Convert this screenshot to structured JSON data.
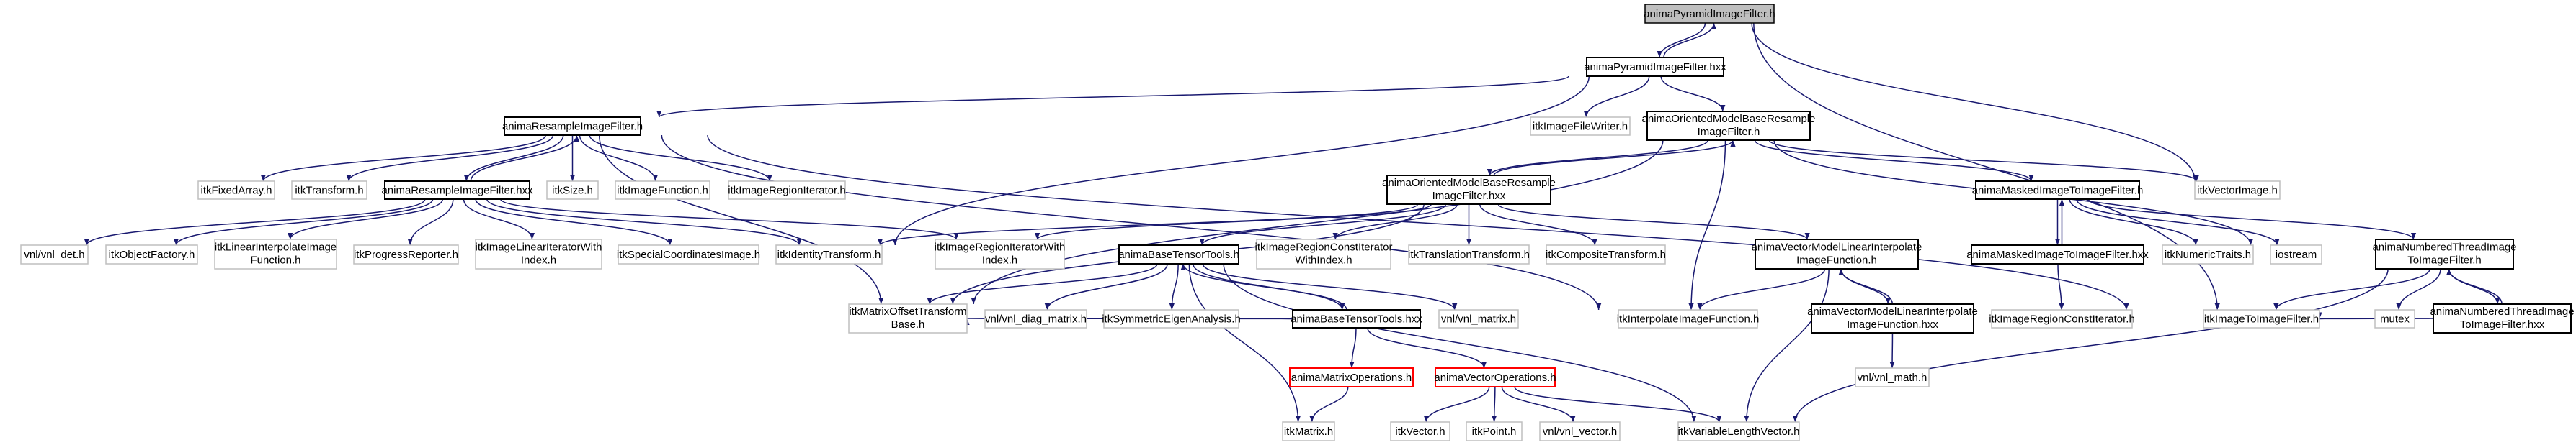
{
  "colors": {
    "edge": "#191970",
    "box_border": "#bfbfbf",
    "box_strong": "#000000",
    "root_fill": "#bfbfbf",
    "missing_border": "#ff0000"
  },
  "nodes": [
    {
      "id": "pyr_h",
      "lines": [
        "animaPyramidImageFilter.h"
      ],
      "style": "root"
    },
    {
      "id": "pyr_hxx",
      "lines": [
        "animaPyramidImageFilter.hxx"
      ],
      "style": "strong"
    },
    {
      "id": "res_h",
      "lines": [
        "animaResampleImageFilter.h"
      ],
      "style": "strong"
    },
    {
      "id": "fixedarray",
      "lines": [
        "itkFixedArray.h"
      ],
      "style": "normal"
    },
    {
      "id": "transform",
      "lines": [
        "itkTransform.h"
      ],
      "style": "normal"
    },
    {
      "id": "res_hxx",
      "lines": [
        "animaResampleImageFilter.hxx"
      ],
      "style": "strong"
    },
    {
      "id": "size",
      "lines": [
        "itkSize.h"
      ],
      "style": "normal"
    },
    {
      "id": "imgfunc",
      "lines": [
        "itkImageFunction.h"
      ],
      "style": "normal"
    },
    {
      "id": "regiter",
      "lines": [
        "itkImageRegionIterator.h"
      ],
      "style": "normal"
    },
    {
      "id": "vnldet",
      "lines": [
        "vnl/vnl_det.h"
      ],
      "style": "normal"
    },
    {
      "id": "objfactory",
      "lines": [
        "itkObjectFactory.h"
      ],
      "style": "normal"
    },
    {
      "id": "linterp",
      "lines": [
        "itkLinearInterpolateImage",
        "Function.h"
      ],
      "style": "normal"
    },
    {
      "id": "progress",
      "lines": [
        "itkProgressReporter.h"
      ],
      "style": "normal"
    },
    {
      "id": "lineariter",
      "lines": [
        "itkImageLinearIteratorWith",
        "Index.h"
      ],
      "style": "normal"
    },
    {
      "id": "specialcoord",
      "lines": [
        "itkSpecialCoordinatesImage.h"
      ],
      "style": "normal"
    },
    {
      "id": "identity",
      "lines": [
        "itkIdentityTransform.h"
      ],
      "style": "normal"
    },
    {
      "id": "regiteridx",
      "lines": [
        "itkImageRegionIteratorWith",
        "Index.h"
      ],
      "style": "normal"
    },
    {
      "id": "matoffset",
      "lines": [
        "itkMatrixOffsetTransform",
        "Base.h"
      ],
      "style": "normal"
    },
    {
      "id": "filewriter",
      "lines": [
        "itkImageFileWriter.h"
      ],
      "style": "normal"
    },
    {
      "id": "omb_h",
      "lines": [
        "animaOrientedModelBaseResample",
        "ImageFilter.h"
      ],
      "style": "strong"
    },
    {
      "id": "omb_hxx",
      "lines": [
        "animaOrientedModelBaseResample",
        "ImageFilter.hxx"
      ],
      "style": "strong"
    },
    {
      "id": "tensor_h",
      "lines": [
        "animaBaseTensorTools.h"
      ],
      "style": "strong"
    },
    {
      "id": "regconstiteridx",
      "lines": [
        "itkImageRegionConstIterator",
        "WithIndex.h"
      ],
      "style": "normal"
    },
    {
      "id": "translation",
      "lines": [
        "itkTranslationTransform.h"
      ],
      "style": "normal"
    },
    {
      "id": "composite",
      "lines": [
        "itkCompositeTransform.h"
      ],
      "style": "normal"
    },
    {
      "id": "diagmatrix",
      "lines": [
        "vnl/vnl_diag_matrix.h"
      ],
      "style": "normal"
    },
    {
      "id": "symeigen",
      "lines": [
        "itkSymmetricEigenAnalysis.h"
      ],
      "style": "normal"
    },
    {
      "id": "tensor_hxx",
      "lines": [
        "animaBaseTensorTools.hxx"
      ],
      "style": "strong"
    },
    {
      "id": "vnlmatrix",
      "lines": [
        "vnl/vnl_matrix.h"
      ],
      "style": "normal"
    },
    {
      "id": "interpfunc",
      "lines": [
        "itkInterpolateImageFunction.h"
      ],
      "style": "normal"
    },
    {
      "id": "masked_h",
      "lines": [
        "animaMaskedImageToImageFilter.h"
      ],
      "style": "strong"
    },
    {
      "id": "vectorimage",
      "lines": [
        "itkVectorImage.h"
      ],
      "style": "normal"
    },
    {
      "id": "vecmodel_h",
      "lines": [
        "animaVectorModelLinearInterpolate",
        "ImageFunction.h"
      ],
      "style": "strong"
    },
    {
      "id": "masked_hxx",
      "lines": [
        "animaMaskedImageToImageFilter.hxx"
      ],
      "style": "strong"
    },
    {
      "id": "numtraits",
      "lines": [
        "itkNumericTraits.h"
      ],
      "style": "normal"
    },
    {
      "id": "iostream",
      "lines": [
        "iostream"
      ],
      "style": "normal"
    },
    {
      "id": "numbered_h",
      "lines": [
        "animaNumberedThreadImage",
        "ToImageFilter.h"
      ],
      "style": "strong"
    },
    {
      "id": "vecmodel_hxx",
      "lines": [
        "animaVectorModelLinearInterpolate",
        "ImageFunction.hxx"
      ],
      "style": "strong"
    },
    {
      "id": "regconstiter",
      "lines": [
        "itkImageRegionConstIterator.h"
      ],
      "style": "normal"
    },
    {
      "id": "img2img",
      "lines": [
        "itkImageToImageFilter.h"
      ],
      "style": "normal"
    },
    {
      "id": "mutex",
      "lines": [
        "mutex"
      ],
      "style": "normal"
    },
    {
      "id": "numbered_hxx",
      "lines": [
        "animaNumberedThreadImage",
        "ToImageFilter.hxx"
      ],
      "style": "strong"
    },
    {
      "id": "matrixops",
      "lines": [
        "animaMatrixOperations.h"
      ],
      "style": "missing"
    },
    {
      "id": "vectorops",
      "lines": [
        "animaVectorOperations.h"
      ],
      "style": "missing"
    },
    {
      "id": "vnlmath",
      "lines": [
        "vnl/vnl_math.h"
      ],
      "style": "normal"
    },
    {
      "id": "itkmatrix",
      "lines": [
        "itkMatrix.h"
      ],
      "style": "normal"
    },
    {
      "id": "itkvector",
      "lines": [
        "itkVector.h"
      ],
      "style": "normal"
    },
    {
      "id": "itkpoint",
      "lines": [
        "itkPoint.h"
      ],
      "style": "normal"
    },
    {
      "id": "vnlvector",
      "lines": [
        "vnl/vnl_vector.h"
      ],
      "style": "normal"
    },
    {
      "id": "varlenvec",
      "lines": [
        "itkVariableLengthVector.h"
      ],
      "style": "normal"
    }
  ],
  "edges": [
    [
      "pyr_h",
      "pyr_hxx"
    ],
    [
      "pyr_hxx",
      "pyr_h"
    ],
    [
      "pyr_h",
      "vectorimage"
    ],
    [
      "pyr_h",
      "img2img"
    ],
    [
      "pyr_hxx",
      "res_h"
    ],
    [
      "pyr_hxx",
      "identity"
    ],
    [
      "pyr_hxx",
      "filewriter"
    ],
    [
      "pyr_hxx",
      "omb_h"
    ],
    [
      "res_h",
      "fixedarray"
    ],
    [
      "res_h",
      "transform"
    ],
    [
      "res_h",
      "res_hxx"
    ],
    [
      "res_h",
      "size"
    ],
    [
      "res_h",
      "imgfunc"
    ],
    [
      "res_h",
      "regiter"
    ],
    [
      "res_h",
      "matoffset"
    ],
    [
      "res_h",
      "interpfunc"
    ],
    [
      "res_h",
      "img2img"
    ],
    [
      "res_hxx",
      "res_h"
    ],
    [
      "res_hxx",
      "vnldet"
    ],
    [
      "res_hxx",
      "objfactory"
    ],
    [
      "res_hxx",
      "linterp"
    ],
    [
      "res_hxx",
      "progress"
    ],
    [
      "res_hxx",
      "lineariter"
    ],
    [
      "res_hxx",
      "specialcoord"
    ],
    [
      "res_hxx",
      "identity"
    ],
    [
      "res_hxx",
      "regiteridx"
    ],
    [
      "omb_h",
      "omb_hxx"
    ],
    [
      "omb_h",
      "matoffset"
    ],
    [
      "omb_h",
      "interpfunc"
    ],
    [
      "omb_h",
      "masked_h"
    ],
    [
      "omb_h",
      "vectorimage"
    ],
    [
      "omb_h",
      "iostream"
    ],
    [
      "omb_hxx",
      "omb_h"
    ],
    [
      "omb_hxx",
      "regiteridx"
    ],
    [
      "omb_hxx",
      "matoffset"
    ],
    [
      "omb_hxx",
      "tensor_h"
    ],
    [
      "omb_hxx",
      "regconstiteridx"
    ],
    [
      "omb_hxx",
      "translation"
    ],
    [
      "omb_hxx",
      "composite"
    ],
    [
      "omb_hxx",
      "vecmodel_h"
    ],
    [
      "omb_hxx",
      "identity"
    ],
    [
      "tensor_h",
      "matoffset"
    ],
    [
      "tensor_h",
      "diagmatrix"
    ],
    [
      "tensor_h",
      "symeigen"
    ],
    [
      "tensor_h",
      "tensor_hxx"
    ],
    [
      "tensor_h",
      "vnlmatrix"
    ],
    [
      "tensor_h",
      "itkmatrix"
    ],
    [
      "tensor_h",
      "varlenvec"
    ],
    [
      "tensor_hxx",
      "tensor_h"
    ],
    [
      "tensor_hxx",
      "matrixops"
    ],
    [
      "tensor_hxx",
      "vectorops"
    ],
    [
      "tensor_hxx",
      "matoffset"
    ],
    [
      "matrixops",
      "itkmatrix"
    ],
    [
      "vectorops",
      "itkvector"
    ],
    [
      "vectorops",
      "itkpoint"
    ],
    [
      "vectorops",
      "vnlvector"
    ],
    [
      "vectorops",
      "varlenvec"
    ],
    [
      "vecmodel_h",
      "interpfunc"
    ],
    [
      "vecmodel_h",
      "vecmodel_hxx"
    ],
    [
      "vecmodel_h",
      "varlenvec"
    ],
    [
      "vecmodel_hxx",
      "vecmodel_h"
    ],
    [
      "vecmodel_hxx",
      "vnlmath"
    ],
    [
      "masked_h",
      "masked_hxx"
    ],
    [
      "masked_h",
      "numtraits"
    ],
    [
      "masked_h",
      "iostream"
    ],
    [
      "masked_h",
      "numbered_h"
    ],
    [
      "masked_hxx",
      "masked_h"
    ],
    [
      "masked_hxx",
      "regconstiter"
    ],
    [
      "numbered_h",
      "img2img"
    ],
    [
      "numbered_h",
      "mutex"
    ],
    [
      "numbered_h",
      "numbered_hxx"
    ],
    [
      "numbered_h",
      "varlenvec"
    ],
    [
      "numbered_hxx",
      "numbered_h"
    ],
    [
      "numbered_hxx",
      "img2img"
    ]
  ]
}
